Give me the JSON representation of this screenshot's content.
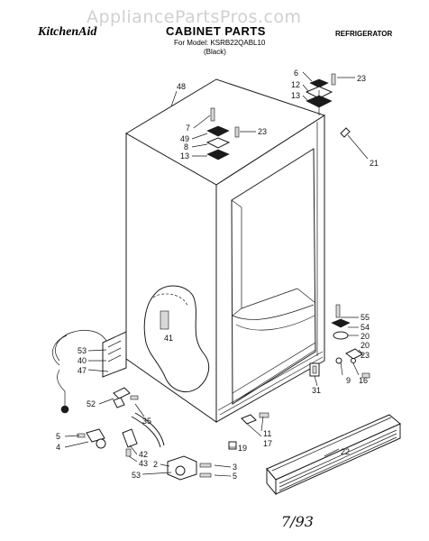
{
  "watermark": "AppliancePartsPros.com",
  "header": {
    "brand": "KitchenAid",
    "title": "CABINET PARTS",
    "model_line": "For Model: KSRB22QABL10",
    "color_line": "(Black)",
    "category": "REFRIGERATOR"
  },
  "callouts": {
    "c48": "48",
    "c6": "6",
    "c12a": "12",
    "c13a": "13",
    "c23a": "23",
    "c7": "7",
    "c49": "49",
    "c8": "8",
    "c13b": "13",
    "c23b": "23",
    "c21": "21",
    "c55": "55",
    "c54": "54",
    "c20a": "20",
    "c20b": "20",
    "c23c": "23",
    "c9": "9",
    "c16": "16",
    "c31": "31",
    "c41": "41",
    "c53a": "53",
    "c40": "40",
    "c47": "47",
    "c52": "52",
    "c35": "35",
    "c11": "11",
    "c17": "17",
    "c5a": "5",
    "c4": "4",
    "c42": "42",
    "c43": "43",
    "c19": "19",
    "c22": "22",
    "c2": "2",
    "c53b": "53",
    "c3": "3",
    "c5b": "5"
  },
  "revision": "7/93"
}
